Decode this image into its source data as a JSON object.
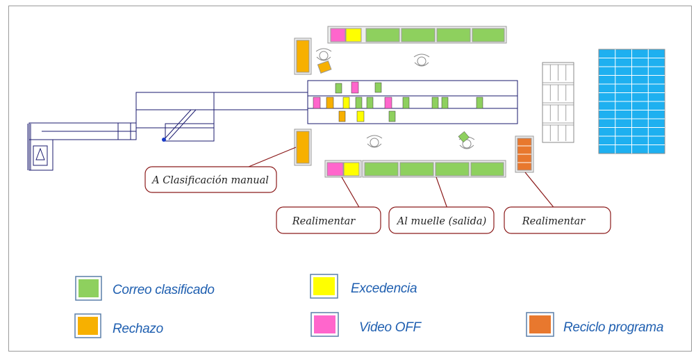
{
  "colors": {
    "green": "#8ed05e",
    "yellow": "#ffff00",
    "orange": "#f7b000",
    "magenta": "#ff66cc",
    "dark_orange": "#e8782e",
    "blue_storage": "#1eb0f0",
    "callout_border": "#8b1a1a",
    "line": "#1a1a6e",
    "legend_text": "#1f5fb0"
  },
  "callouts": {
    "manual": "A Clasificación manual",
    "realimentar_left": "Realimentar",
    "muelle": "Al muelle (salida)",
    "realimentar_right": "Realimentar"
  },
  "legend": {
    "correo": "Correo clasificado",
    "excedencia": "Excedencia",
    "rechazo": "Rechazo",
    "video": "Video OFF",
    "reciclo": "Reciclo programa"
  }
}
